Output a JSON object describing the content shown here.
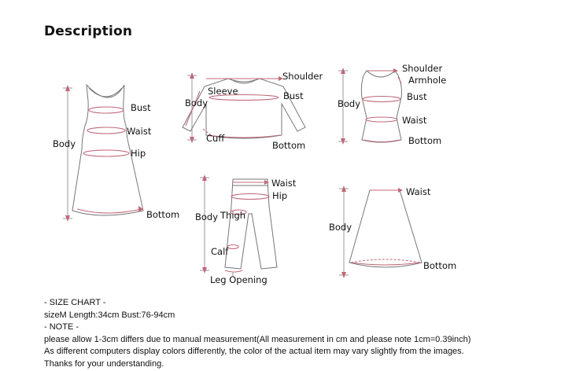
{
  "heading": "Description",
  "dress": {
    "bust": "Bust",
    "waist": "Waist",
    "hip": "Hip",
    "body": "Body",
    "bottom": "Bottom"
  },
  "top": {
    "shoulder": "Shoulder",
    "sleeve": "Sleeve",
    "body": "Body",
    "bust": "Bust",
    "cuff": "Cuff",
    "bottom": "Bottom"
  },
  "tank": {
    "shoulder": "Shoulder",
    "armhole": "Armhole",
    "body": "Body",
    "bust": "Bust",
    "waist": "Waist",
    "bottom": "Bottom"
  },
  "pants": {
    "waist": "Waist",
    "hip": "Hip",
    "body": "Body",
    "thigh": "Thigh",
    "calf": "Calf",
    "leg_opening": "Leg Opening"
  },
  "skirt": {
    "waist": "Waist",
    "body": "Body",
    "bottom": "Bottom"
  },
  "notes": {
    "size_chart_title": "- SIZE CHART -",
    "size_line": "sizeM Length:34cm Bust:76-94cm",
    "note_title": "- NOTE -",
    "note_1": "please allow 1-3cm differs due to manual measurement(All measurement in cm and please note 1cm=0.39inch)",
    "note_2": "As different computers display colors differently, the color of the actual item may vary slightly from the images.",
    "note_3": "Thanks for your understanding."
  }
}
